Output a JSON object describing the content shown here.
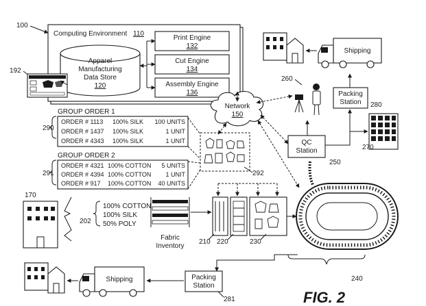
{
  "labels": {
    "ref_100": "100",
    "computing_env": "Computing Environment",
    "computing_env_ref": "110",
    "data_store": [
      "Apparel",
      "Manufacturing",
      "Data Store"
    ],
    "data_store_ref": "120",
    "print_engine": "Print Engine",
    "print_engine_ref": "132",
    "cut_engine": "Cut Engine",
    "cut_engine_ref": "134",
    "assembly_engine": "Assembly Engine",
    "assembly_engine_ref": "136",
    "ref_192": "192",
    "network": "Network",
    "network_ref": "150",
    "shipping_top": "Shipping",
    "shipping_bottom": "Shipping",
    "ref_260": "260",
    "packing_station_top": [
      "Packing",
      "Station"
    ],
    "ref_280": "280",
    "qc_station": [
      "QC",
      "Station"
    ],
    "ref_250": "250",
    "ref_270": "270",
    "ref_290": "290",
    "ref_291": "291",
    "ref_292": "292",
    "ref_170": "170",
    "ref_202": "202",
    "materials": [
      "100% COTTON",
      "100% SILK",
      "50% POLY"
    ],
    "fabric_inventory": [
      "Fabric",
      "Inventory"
    ],
    "ref_210": "210",
    "ref_220": "220",
    "ref_230": "230",
    "ref_240": "240",
    "packing_station_bottom": [
      "Packing",
      "Station"
    ],
    "ref_281": "281",
    "fig_label": "FIG. 2"
  },
  "group_orders": [
    {
      "title": "GROUP ORDER 1",
      "rows": [
        {
          "order": "ORDER # 1113",
          "material": "100% SILK",
          "units": "100 UNITS"
        },
        {
          "order": "ORDER # 1437",
          "material": "100% SILK",
          "units": "1 UNIT"
        },
        {
          "order": "ORDER # 4343",
          "material": "100% SILK",
          "units": "1 UNIT"
        }
      ]
    },
    {
      "title": "GROUP ORDER 2",
      "rows": [
        {
          "order": "ORDER # 4321",
          "material": "100% COTTON",
          "units": "5 UNITS"
        },
        {
          "order": "ORDER # 4394",
          "material": "100% COTTON",
          "units": "1 UNIT"
        },
        {
          "order": "ORDER # 917",
          "material": "100% COTTON",
          "units": "40 UNITS"
        }
      ]
    }
  ]
}
